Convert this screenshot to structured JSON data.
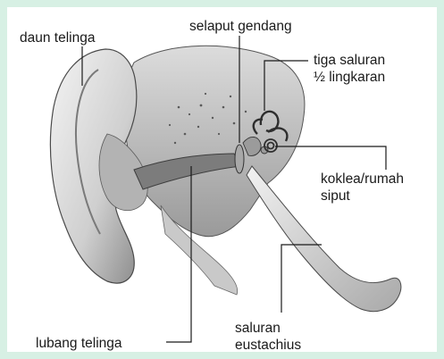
{
  "diagram": {
    "labels": {
      "daun_telinga": "daun telinga",
      "selaput_gendang": "selaput gendang",
      "tiga_saluran_line1": "tiga saluran",
      "tiga_saluran_line2": "½ lingkaran",
      "koklea_line1": "koklea/rumah",
      "koklea_line2": "siput",
      "lubang_telinga": "lubang telinga",
      "saluran_line1": "saluran",
      "saluran_line2": "eustachius"
    },
    "colors": {
      "frame": "#d7f0e4",
      "ink": "#1a1a1a",
      "shade_light": "#e8e8e8",
      "shade_mid": "#b8b8b8",
      "shade_dark": "#6a6a6a"
    }
  }
}
